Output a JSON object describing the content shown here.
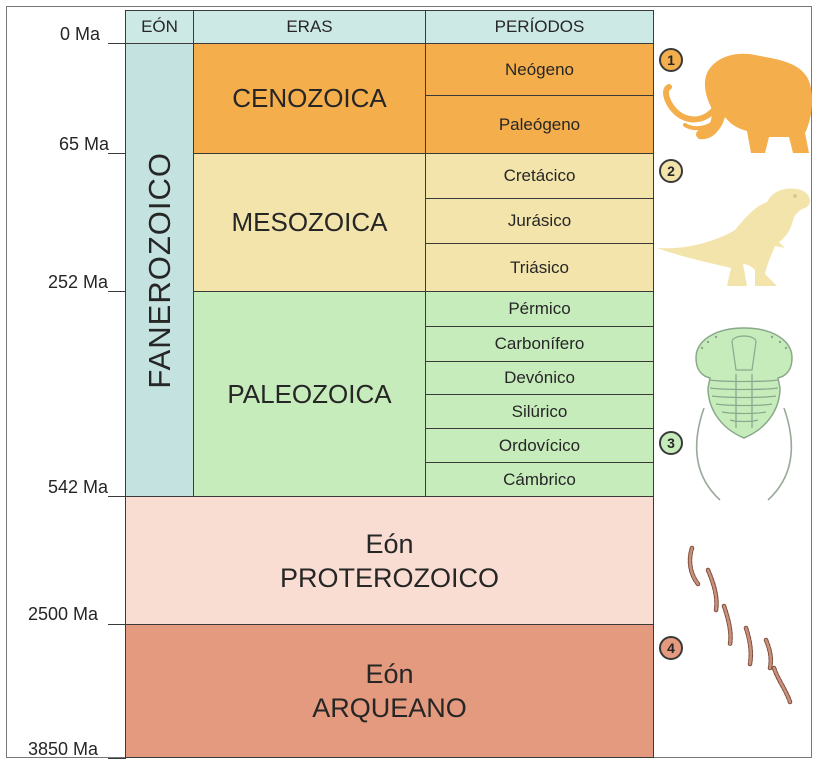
{
  "headers": {
    "eon": "EÓN",
    "eras": "ERAS",
    "periods": "PERÍODOS"
  },
  "eons": {
    "fanerozoico": "FANEROZOICO",
    "proterozoico": {
      "line1": "Eón",
      "line2": "PROTEROZOICO"
    },
    "arqueano": {
      "line1": "Eón",
      "line2": "ARQUEANO"
    }
  },
  "eras": {
    "cenozoica": "CENOZOICA",
    "mesozoica": "MESOZOICA",
    "paleozoica": "PALEOZOICA"
  },
  "periods": {
    "neogeno": "Neógeno",
    "paleogeno": "Paleógeno",
    "cretacico": "Cretácico",
    "jurasico": "Jurásico",
    "triasico": "Triásico",
    "permico": "Pérmico",
    "carbonifero": "Carbonífero",
    "devonico": "Devónico",
    "silurico": "Silúrico",
    "ordovicico": "Ordovícico",
    "cambrico": "Cámbrico"
  },
  "ages": [
    "0 Ma",
    "65 Ma",
    "252 Ma",
    "542 Ma",
    "2500 Ma",
    "3850 Ma"
  ],
  "badges": [
    "1",
    "2",
    "3",
    "4"
  ],
  "colors": {
    "header": "#cde9e5",
    "fanerozoico": "#c3e2e0",
    "cenozoica": "#f4ae4c",
    "mesozoica": "#f3e4ab",
    "paleozoica": "#c7ecbc",
    "proterozoico": "#f9ddd2",
    "arqueano": "#e49a7e",
    "mammoth": "#f4ae4c",
    "dinosaur": "#f3e4ab",
    "trilobite": "#c7ecbc",
    "worm": "#c9907a"
  },
  "fossils": [
    "mammoth-icon",
    "dinosaur-icon",
    "trilobite-icon",
    "worm-fossil-icon"
  ]
}
